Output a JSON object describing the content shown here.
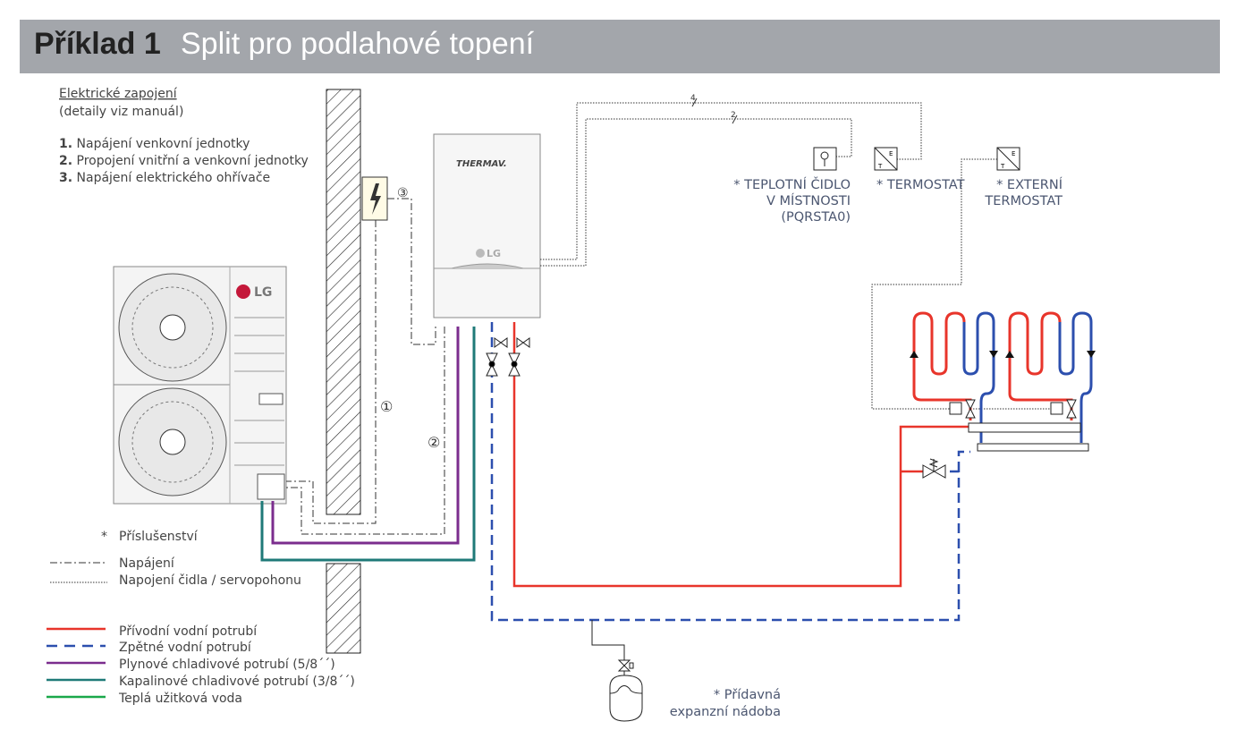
{
  "header": {
    "example": "Příklad 1",
    "title": "Split pro podlahové topení"
  },
  "electrical": {
    "heading": "Elektrické zapojení",
    "note": "(detaily viz manuál)",
    "items": [
      {
        "num": "1.",
        "text": "Napájení venkovní jednotky"
      },
      {
        "num": "2.",
        "text": "Propojení vnitřní a venkovní jednotky"
      },
      {
        "num": "3.",
        "text": "Napájení elektrického ohřívače"
      }
    ]
  },
  "markers": {
    "m1": "①",
    "m2": "②",
    "m3": "③",
    "wires4": "4",
    "wires2": "2"
  },
  "indoor_unit": {
    "brand": "THERMAV.",
    "logo": "LG"
  },
  "outdoor_unit": {
    "logo": "LG"
  },
  "devices": {
    "room_sensor": [
      "* TEPLOTNÍ ČIDLO",
      "V MÍSTNOSTI",
      "(PQRSTA0)"
    ],
    "thermostat": "* TERMOSTAT",
    "external_thermostat": [
      "* EXTERNÍ",
      "TERMOSTAT"
    ],
    "thermostat_letters": {
      "t": "T",
      "e": "E"
    },
    "expansion_tank": [
      "* Přídavná",
      "expanzní nádoba"
    ]
  },
  "legend": {
    "accessory_mark": "*",
    "accessory": "Příslušenství",
    "power": "Napájení",
    "sensor": "Napojení čidla / servopohonu",
    "pipes": [
      {
        "label": "Přívodní vodní potrubí",
        "color": "#e8352b"
      },
      {
        "label": "Zpětné vodní potrubí",
        "color": "#2c4fae"
      },
      {
        "label": "Plynové chladivové potrubí (5/8´´)",
        "color": "#7b2d8e"
      },
      {
        "label": "Kapalinové chladivové potrubí (3/8´´)",
        "color": "#1f7a78"
      },
      {
        "label": "Teplá užitková voda",
        "color": "#1aa84a"
      }
    ]
  }
}
